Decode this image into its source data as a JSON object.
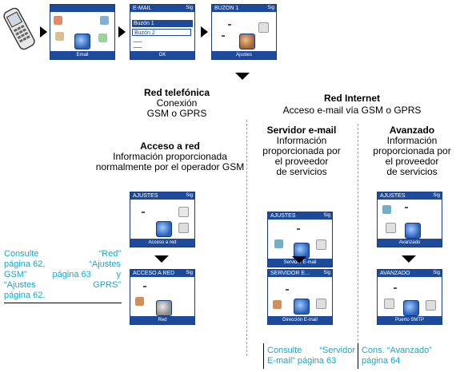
{
  "screens": {
    "s1": {
      "title": "",
      "bottom": "Email"
    },
    "s2": {
      "title": "E-MAIL",
      "bottom": "OK",
      "item1": "Buzón 1",
      "item2": "Buzón 2"
    },
    "s3": {
      "title": "BUZÓN 1",
      "bottom": "Ajustes"
    },
    "r1": {
      "title": "AJUSTES",
      "bottom": "Acceso a red"
    },
    "r2": {
      "title": "ACCESO A RED",
      "bottom": "Red"
    },
    "m1": {
      "title": "AJUSTES",
      "bottom": "Servidor E-mail"
    },
    "m2": {
      "title": "SERVIDOR E...",
      "bottom": "Dirección E-mail"
    },
    "a1": {
      "title": "AJUSTES",
      "bottom": "Avanzado"
    },
    "a2": {
      "title": "AVANZADO",
      "bottom": "Puerto SMTP"
    }
  },
  "red_telefonica": {
    "title": "Red telefónica",
    "line1": "Conexión",
    "line2": "GSM o GPRS"
  },
  "red_internet": {
    "title": "Red Internet",
    "line1": "Acceso e-mail vía GSM o GPRS"
  },
  "acceso_red": {
    "title": "Acceso a red",
    "line1": "Información proporcionada",
    "line2": "normalmente por el operador GSM"
  },
  "servidor": {
    "title": "Servidor e-mail",
    "line1": "Información",
    "line2": "proporcionada por",
    "line3": "el proveedor",
    "line4": "de servicios"
  },
  "avanzado": {
    "title": "Avanzado",
    "line1": "Información",
    "line2": "proporcionada por",
    "line3": "el proveedor",
    "line4": "de servicios"
  },
  "refs": {
    "left": {
      "l1a": "Consulte",
      "l1b": "“Red”",
      "l2a": "página 62,",
      "l2b": "“Ajustes",
      "l3a": "GSM”",
      "l3b": "página 63",
      "l3c": "y",
      "l4a": "“Ajustes",
      "l4b": "GPRS”",
      "l5": "página 62."
    },
    "mid": {
      "l1a": "Consulte",
      "l1b": "“Servidor",
      "l2": "E-mail” página 63"
    },
    "right": {
      "l1": "Cons. “Avanzado”",
      "l2": "página 64"
    }
  },
  "colors": {
    "accent_text": "#18a8c8",
    "screen_bar": "#1e4a9c"
  }
}
